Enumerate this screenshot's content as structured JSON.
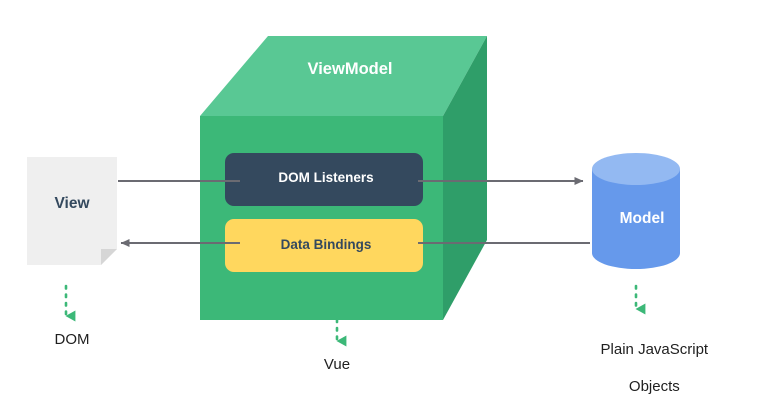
{
  "diagram": {
    "title": "Vue MVVM architecture diagram",
    "colors": {
      "cube_top": "#59c894",
      "cube_front": "#3cb878",
      "cube_side": "#2f9e69",
      "view_fill": "#efefef",
      "view_fold": "#d8d8d8",
      "model_body": "#6699eb",
      "model_top": "#93b9f2",
      "dom_listeners_fill": "#34495e",
      "data_bindings_fill": "#ffd75e",
      "arrow_gray": "#6b6b72",
      "arrow_green": "#3cb878",
      "text_navy": "#34495e",
      "text_white": "#ffffff",
      "text_black": "#1f1f1f",
      "background": "#ffffff"
    },
    "nodes": {
      "view": {
        "label": "View",
        "shape": "document",
        "caption": "DOM"
      },
      "viewmodel": {
        "label": "ViewModel",
        "shape": "cube",
        "caption": "Vue",
        "inner_boxes": [
          {
            "label": "DOM Listeners",
            "style": "dark"
          },
          {
            "label": "Data Bindings",
            "style": "yellow"
          }
        ]
      },
      "model": {
        "label": "Model",
        "shape": "cylinder",
        "caption": "Plain JavaScript Objects",
        "caption_line1": "Plain JavaScript",
        "caption_line2": "Objects"
      }
    },
    "connectors": [
      {
        "name": "view-to-dom-listeners",
        "from": "View",
        "to": "DOM Listeners",
        "direction": "right",
        "arrowhead": false,
        "style": "solid"
      },
      {
        "name": "dom-listeners-to-model",
        "from": "DOM Listeners",
        "to": "Model",
        "direction": "right",
        "arrowhead": true,
        "style": "solid"
      },
      {
        "name": "data-bindings-to-view",
        "from": "Data Bindings",
        "to": "View",
        "direction": "left",
        "arrowhead": true,
        "style": "solid"
      },
      {
        "name": "model-to-data-bindings",
        "from": "Model",
        "to": "Data Bindings",
        "direction": "left",
        "arrowhead": false,
        "style": "solid"
      },
      {
        "name": "view-caption-arrow",
        "from": "View",
        "to": "DOM",
        "direction": "down",
        "arrowhead": true,
        "style": "dotted"
      },
      {
        "name": "viewmodel-caption-arrow",
        "from": "ViewModel",
        "to": "Vue",
        "direction": "down",
        "arrowhead": true,
        "style": "dotted"
      },
      {
        "name": "model-caption-arrow",
        "from": "Model",
        "to": "Plain JavaScript Objects",
        "direction": "down",
        "arrowhead": true,
        "style": "dotted"
      }
    ]
  }
}
